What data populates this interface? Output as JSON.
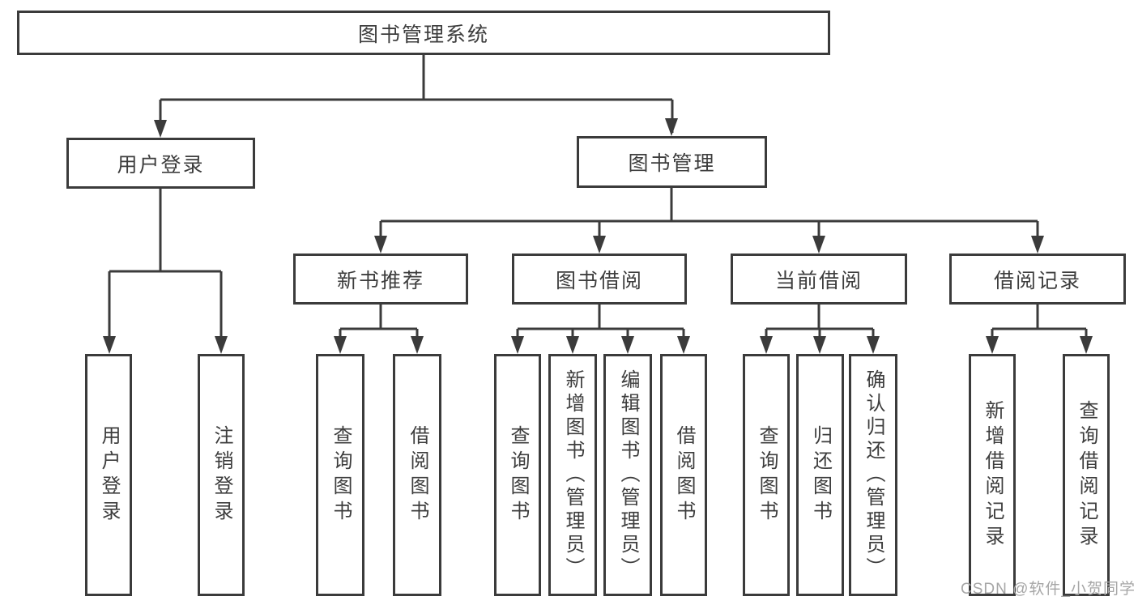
{
  "tree": {
    "label": "图书管理系统",
    "children": [
      {
        "label": "用户登录",
        "children": [
          {
            "label": "用户登录"
          },
          {
            "label": "注销登录"
          }
        ]
      },
      {
        "label": "图书管理",
        "children": [
          {
            "label": "新书推荐",
            "children": [
              {
                "label": "查询图书"
              },
              {
                "label": "借阅图书"
              }
            ]
          },
          {
            "label": "图书借阅",
            "children": [
              {
                "label": "查询图书"
              },
              {
                "label": "新增图书（管理员）"
              },
              {
                "label": "编辑图书（管理员）"
              },
              {
                "label": "借阅图书"
              }
            ]
          },
          {
            "label": "当前借阅",
            "children": [
              {
                "label": "查询图书"
              },
              {
                "label": "归还图书"
              },
              {
                "label": "确认归还（管理员）"
              }
            ]
          },
          {
            "label": "借阅记录",
            "children": [
              {
                "label": "新增借阅记录"
              },
              {
                "label": "查询借阅记录"
              }
            ]
          }
        ]
      }
    ]
  },
  "watermark": {
    "text": "CSDN @软件_小贺同学"
  },
  "colors": {
    "line": "#3b3b3b",
    "text": "#3d3d3d",
    "watermark": "#a6a6a6",
    "background": "#ffffff"
  }
}
